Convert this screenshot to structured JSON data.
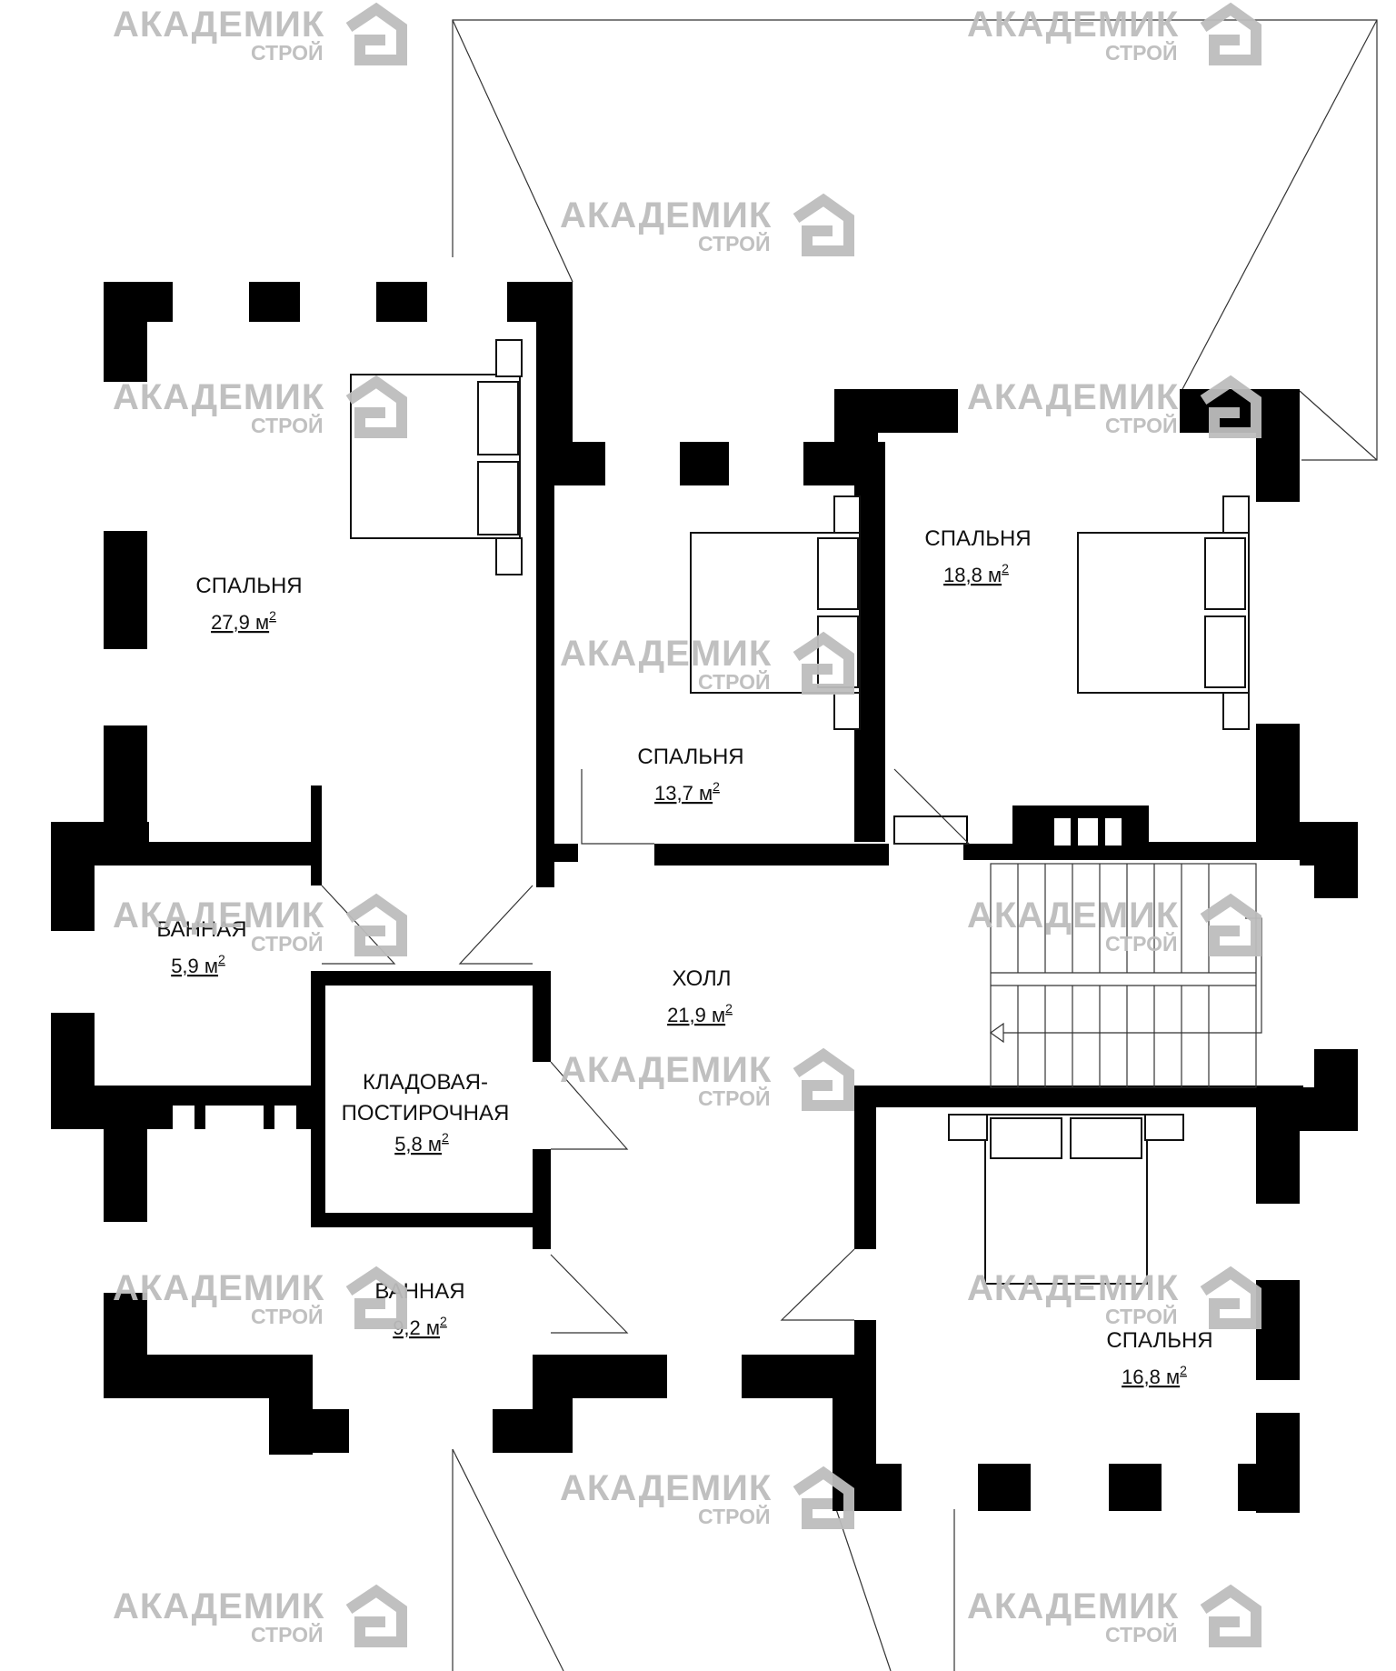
{
  "rooms": [
    {
      "id": "bedroom-1",
      "name": "СПАЛЬНЯ",
      "area": "27,9 м",
      "unit_sup": "2"
    },
    {
      "id": "bedroom-2",
      "name": "СПАЛЬНЯ",
      "area": "13,7 м",
      "unit_sup": "2"
    },
    {
      "id": "bedroom-3",
      "name": "СПАЛЬНЯ",
      "area": "18,8 м",
      "unit_sup": "2"
    },
    {
      "id": "bathroom-1",
      "name": "ВАННАЯ",
      "area": "5,9 м",
      "unit_sup": "2"
    },
    {
      "id": "hall",
      "name": "ХОЛЛ",
      "area": "21,9 м",
      "unit_sup": "2"
    },
    {
      "id": "storage",
      "name": "КЛАДОВАЯ-",
      "name2": "ПОСТИРОЧНАЯ",
      "area": "5,8 м",
      "unit_sup": "2"
    },
    {
      "id": "bathroom-2",
      "name": "ВАННАЯ",
      "area": "9,2 м",
      "unit_sup": "2"
    },
    {
      "id": "bedroom-4",
      "name": "СПАЛЬНЯ",
      "area": "16,8 м",
      "unit_sup": "2"
    }
  ],
  "watermark": {
    "line1": "АКАДЕМИК",
    "line2": "СТРОЙ"
  },
  "colors": {
    "wall": "#000000",
    "watermark": "#bdbdbd",
    "background": "#ffffff"
  }
}
